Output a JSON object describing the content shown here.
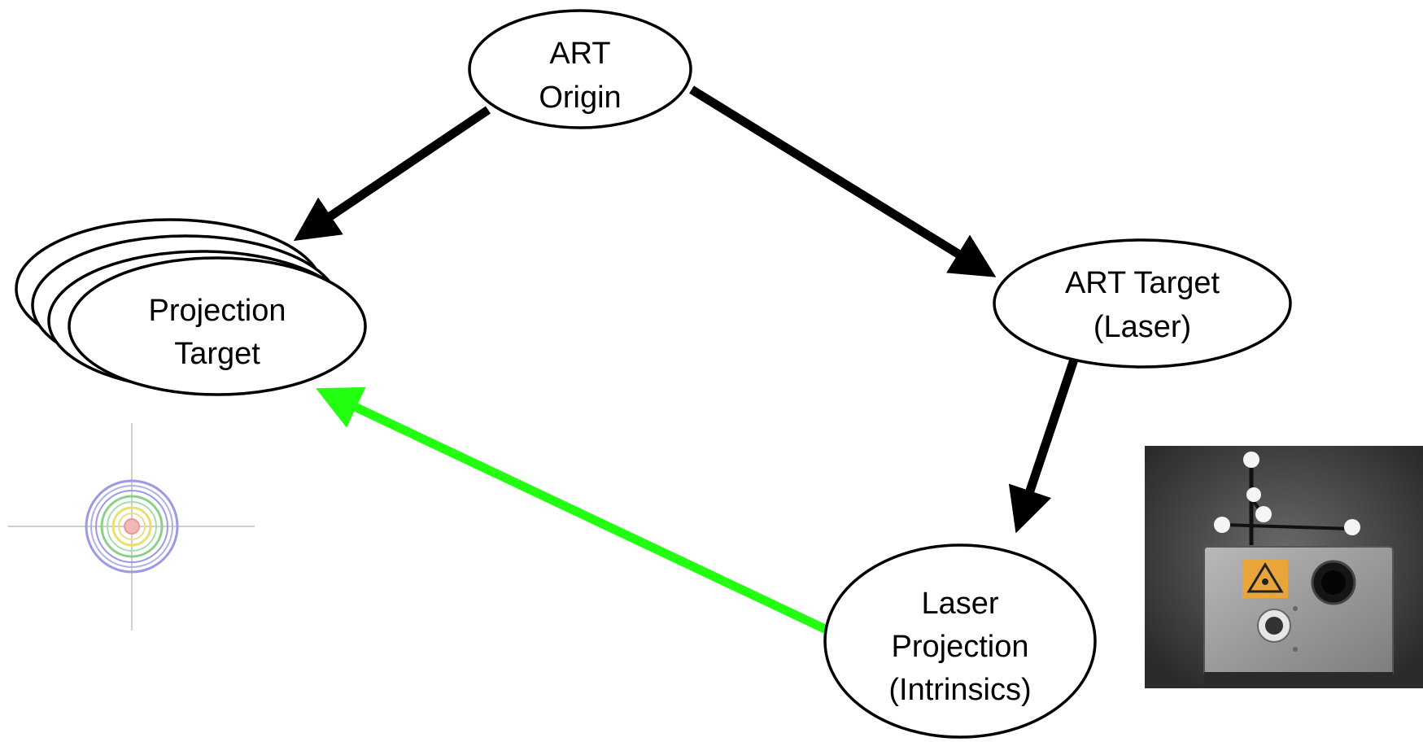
{
  "nodes": {
    "art_origin": {
      "line1": "ART",
      "line2": "Origin"
    },
    "projection_target": {
      "line1": "Projection",
      "line2": "Target"
    },
    "art_target_laser": {
      "line1": "ART Target",
      "line2": "(Laser)"
    },
    "laser_projection": {
      "line1": "Laser",
      "line2": "Projection",
      "line3": "(Intrinsics)"
    }
  },
  "edges": [
    {
      "from": "art_origin",
      "to": "projection_target",
      "color": "#000000"
    },
    {
      "from": "art_origin",
      "to": "art_target_laser",
      "color": "#000000"
    },
    {
      "from": "art_target_laser",
      "to": "laser_projection",
      "color": "#000000"
    },
    {
      "from": "laser_projection",
      "to": "projection_target",
      "color": "#22ff11"
    }
  ],
  "colors": {
    "edge_default": "#000000",
    "edge_highlight": "#22ff11",
    "target_rings": [
      "#8a8adf",
      "#8ad08a",
      "#e8e070",
      "#e89a9a"
    ]
  },
  "icons": {
    "target_marker": "crosshair-target-icon",
    "laser_device_photo": "laser-projector-photo"
  }
}
